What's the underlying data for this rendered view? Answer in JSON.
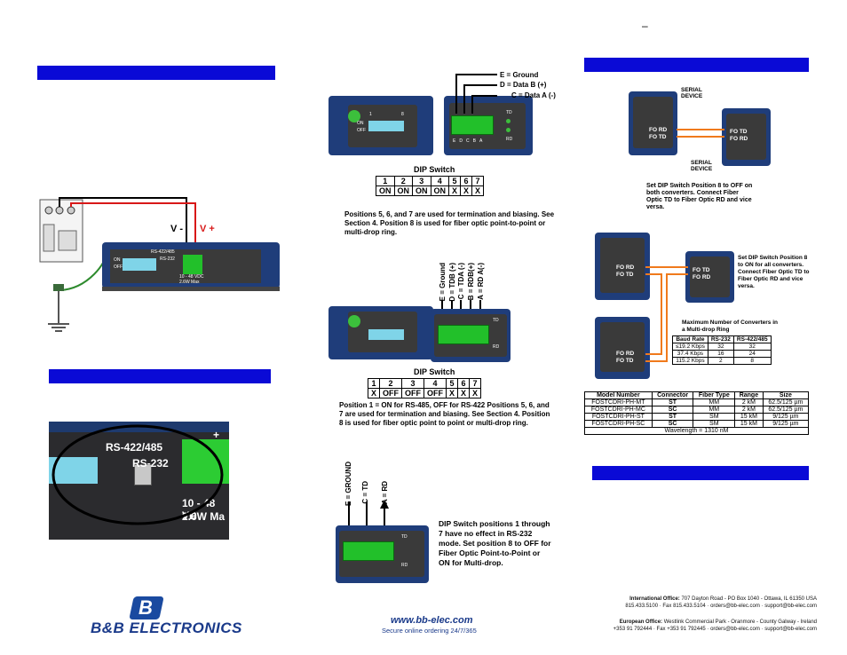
{
  "header": {
    "dash": "–"
  },
  "left": {
    "wiring": {
      "v_minus": "V -",
      "v_plus": "V +",
      "rs422": "RS-422/485",
      "rs232": "RS-232",
      "power": "10 - 48 VDC",
      "watt": "2.6W Max",
      "on": "ON",
      "off": "OFF"
    },
    "zoom": {
      "rs422": "RS-422/485",
      "rs232": "RS-232",
      "power": "10 - 48 VD",
      "watt": "2.6W Ma",
      "plus": "+"
    }
  },
  "middle": {
    "top": {
      "labels": [
        "E = Ground",
        "D = Data B (+)",
        "C = Data A (-)"
      ],
      "dip_title": "DIP Switch",
      "dip_headers": [
        "1",
        "2",
        "3",
        "4",
        "5",
        "6",
        "7"
      ],
      "dip_values": [
        "ON",
        "ON",
        "ON",
        "ON",
        "X",
        "X",
        "X"
      ],
      "note": "Positions 5, 6, and 7 are used for termination and biasing. See Section 4. Position 8 is used for fiber optic point-to-point or multi-drop ring."
    },
    "mid": {
      "labels": [
        "E = Ground",
        "D = TDB (+)",
        "C = TDA (-)",
        "B = RDB(+)",
        "A = RD A(-)"
      ],
      "dip_title": "DIP Switch",
      "dip_headers": [
        "1",
        "2",
        "3",
        "4",
        "5",
        "6",
        "7"
      ],
      "dip_values": [
        "X",
        "OFF",
        "OFF",
        "OFF",
        "X",
        "X",
        "X"
      ],
      "note": "Position 1 = ON for RS-485, OFF for RS-422 Positions 5, 6, and 7 are used for termination and biasing. See Section 4. Position 8 is used for fiber optic point to point or multi-drop ring."
    },
    "bottom": {
      "labels": [
        "E = GROUND",
        "C = TD",
        "A = RD"
      ],
      "note": "DIP Switch positions 1 through 7 have no effect in RS-232 mode. Set position 8 to OFF for Fiber Optic Point-to-Point or ON for Multi-drop."
    },
    "terminal_letters": [
      "E",
      "D",
      "C",
      "B",
      "A"
    ],
    "td": "TD",
    "rd": "RD",
    "dev_on": "ON",
    "dev_off": "OFF",
    "dip_one": "1",
    "dip_eight": "8"
  },
  "right": {
    "p2p": {
      "serial1": "SERIAL DEVICE",
      "serial2": "SERIAL DEVICE",
      "fo_rd": "FO RD",
      "fo_td": "FO TD",
      "note": "Set DIP Switch Position 8 to OFF on both converters. Connect Fiber Optic TD to Fiber Optic RD and vice versa."
    },
    "ring": {
      "fo_rd": "FO RD",
      "fo_td": "FO TD",
      "note": "Set DIP Switch Position 8 to ON for all converters. Connect Fiber Optic TD to Fiber Optic RD and vice versa.",
      "max_title": "Maximum Number of Converters in a Multi-drop Ring",
      "headers": [
        "Baud Rate",
        "RS-232",
        "RS-422/485"
      ],
      "rows": [
        [
          "≤19.2 Kbps",
          "32",
          "32"
        ],
        [
          "37.4 Kbps",
          "16",
          "24"
        ],
        [
          "115.2 Kbps",
          "2",
          "8"
        ]
      ]
    },
    "models": {
      "headers": [
        "Model Number",
        "Connector",
        "Fiber Type",
        "Range",
        "Size"
      ],
      "rows": [
        [
          "FOSTCDRI-PH-MT",
          "ST",
          "MM",
          "2 kM",
          "62.5/125 µm"
        ],
        [
          "FOSTCDRI-PH-MC",
          "SC",
          "MM",
          "2 kM",
          "62.5/125 µm"
        ],
        [
          "FOSTCDRI-PH-ST",
          "ST",
          "SM",
          "15 kM",
          "9/125 µm"
        ],
        [
          "FOSTCDRI-PH-SC",
          "SC",
          "SM",
          "15 kM",
          "9/125 µm"
        ]
      ],
      "wavelength": "Wavelength = 1310 nM"
    }
  },
  "footer": {
    "logo_mark": "B",
    "logo_text": "B&B ELECTRONICS",
    "url": "www.bb-elec.com",
    "tagline": "Secure online ordering 24/7/365",
    "intl_office_label": "International Office:",
    "intl_office": "707 Dayton Road - PO Box 1040 - Ottawa, IL 61350 USA",
    "intl_phone": "815.433.5100 · Fax 815.433.5104 · orders@bb-elec.com · support@bb-elec.com",
    "euro_office_label": "European Office:",
    "euro_office": "Westlink Commercial Park - Oranmore - County Galway - Ireland",
    "euro_phone": "+353 91 792444 · Fax +353 91 792445 · orders@bb-elec.com · support@bb-elec.com"
  }
}
